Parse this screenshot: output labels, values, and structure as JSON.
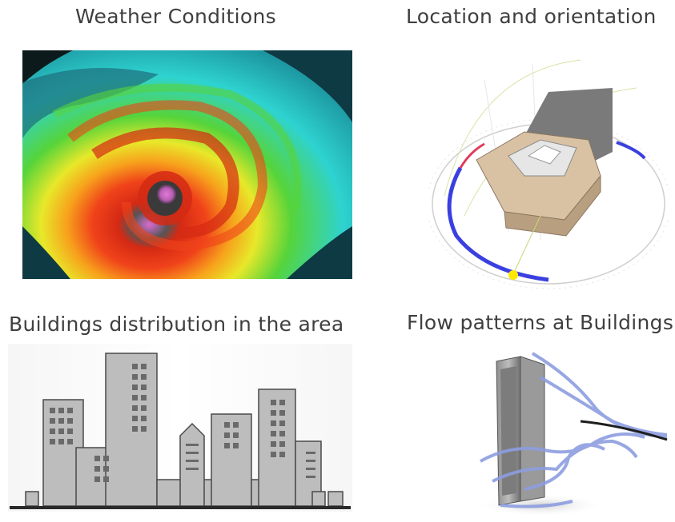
{
  "panels": {
    "weather": {
      "title": "Weather Conditions"
    },
    "location": {
      "title": "Location and orientation"
    },
    "buildings": {
      "title": "Buildings distribution in the area"
    },
    "flow": {
      "title": "Flow patterns at Buildings"
    }
  },
  "colors": {
    "title_text": "#3f3f3f",
    "storm_cyan": "#2ed3d0",
    "storm_green": "#56d43a",
    "storm_red": "#d42a14",
    "storm_magenta": "#d96cd0",
    "building_gray": "#bdbdbd",
    "sun_path_blue": "#3a3fe0",
    "sun_marker": "#ffe800",
    "flow_lines": "#8d9ee0"
  }
}
